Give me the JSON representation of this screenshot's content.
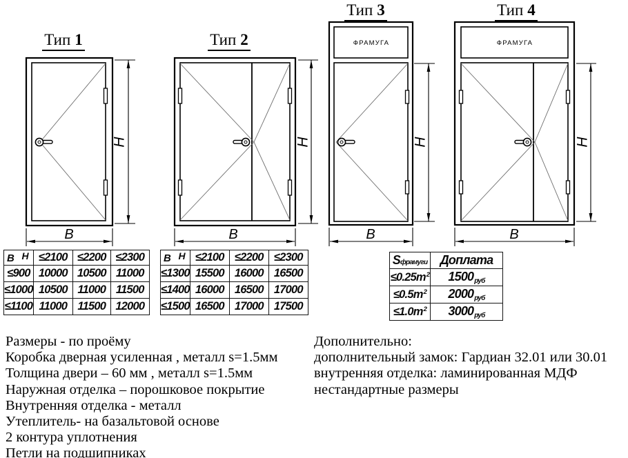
{
  "page": {
    "background": "#ffffff",
    "line_color": "#000000"
  },
  "doors": [
    {
      "title_word": "Тип",
      "title_num": "1"
    },
    {
      "title_word": "Тип",
      "title_num": "2"
    },
    {
      "title_word": "Тип",
      "title_num": "3"
    },
    {
      "title_word": "Тип",
      "title_num": "4"
    }
  ],
  "dim_labels": {
    "height": "H",
    "width": "B"
  },
  "transom_label": "ФРАМУГА",
  "size_tables": [
    {
      "corner_b": "B",
      "corner_h": "H",
      "col_headers": [
        "≤2100",
        "≤2200",
        "≤2300"
      ],
      "rows": [
        [
          "≤900",
          "10000",
          "10500",
          "11000"
        ],
        [
          "≤1000",
          "10500",
          "11000",
          "11500"
        ],
        [
          "≤1100",
          "11000",
          "11500",
          "12000"
        ]
      ]
    },
    {
      "corner_b": "B",
      "corner_h": "H",
      "col_headers": [
        "≤2100",
        "≤2200",
        "≤2300"
      ],
      "rows": [
        [
          "≤1300",
          "15500",
          "16000",
          "16500"
        ],
        [
          "≤1400",
          "16000",
          "16500",
          "17000"
        ],
        [
          "≤1500",
          "16500",
          "17000",
          "17500"
        ]
      ]
    }
  ],
  "surcharge_table": {
    "header_s_main": "S",
    "header_s_sub": "фрамуги",
    "header_surcharge": "Доплата",
    "rows": [
      {
        "area": "≤0.25m",
        "area_sup": "2",
        "price": "1500",
        "price_unit": "руб"
      },
      {
        "area": "≤0.5m",
        "area_sup": "2",
        "price": "2000",
        "price_unit": "руб"
      },
      {
        "area": "≤1.0m",
        "area_sup": "2",
        "price": "3000",
        "price_unit": "руб"
      }
    ]
  },
  "notes_left": {
    "lines": [
      "Размеры - по проёму",
      "Коробка дверная усиленная , металл s=1.5мм",
      "Толщина двери – 60 мм , металл s=1.5мм",
      "Наружная отделка – порошковое покрытие",
      "Внутренняя отделка - металл",
      "Утеплитель- на базальтовой основе",
      "2 контура уплотнения",
      "Петли на подшипниках"
    ]
  },
  "notes_right": {
    "lines": [
      "Дополнительно:",
      "дополнительный замок: Гардиан 32.01 или 30.01",
      "внутренняя отделка: ламинированная МДФ",
      "нестандартные размеры"
    ]
  }
}
